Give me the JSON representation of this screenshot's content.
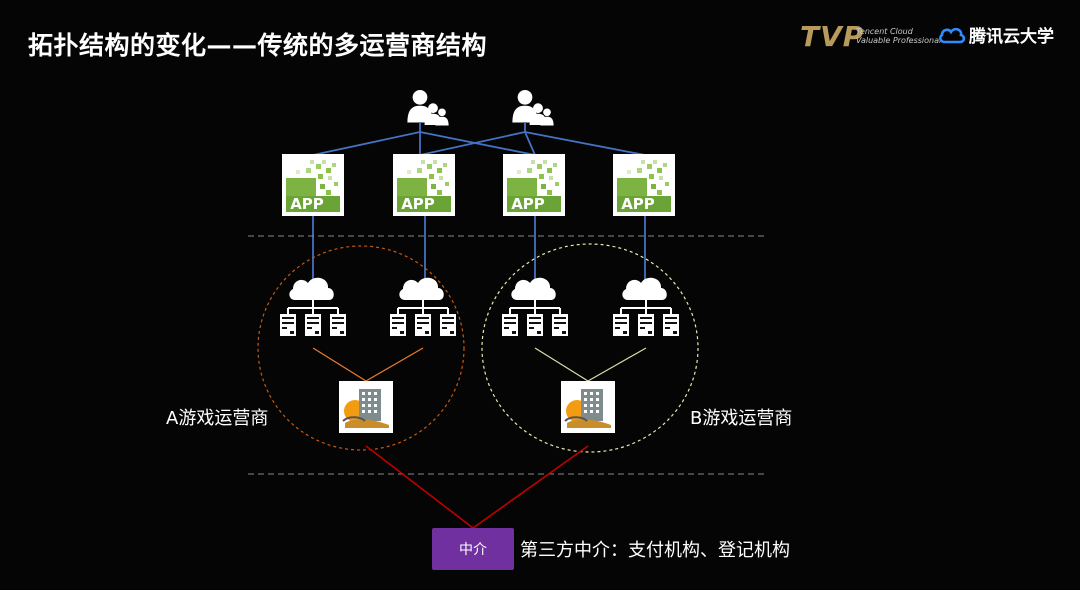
{
  "title": "拓扑结构的变化——传统的多运营商结构",
  "logos": {
    "tvp_mark": "TVP",
    "tvp_sub_line1": "Tencent Cloud",
    "tvp_sub_line2": "Valuable Professional",
    "cloud_text": "腾讯云大学",
    "accent_gold": "#b89a5b",
    "cloud_blue": "#2f8cff"
  },
  "apps": [
    {
      "label": "APP"
    },
    {
      "label": "APP"
    },
    {
      "label": "APP"
    },
    {
      "label": "APP"
    }
  ],
  "operators": {
    "a": "A游戏运营商",
    "b": "B游戏运营商"
  },
  "intermediary": {
    "box_label": "中介",
    "description": "第三方中介：支付机构、登记机构",
    "color": "#7030a0"
  },
  "colors": {
    "user_to_app_line": "#4472c4",
    "a_circle": "#c55a11",
    "b_circle": "#e8e8b0",
    "a_server_line": "#ed7d31",
    "b_server_line": "#d6e0a8",
    "company_to_mid_line": "#c00000",
    "separator": "#888888"
  }
}
